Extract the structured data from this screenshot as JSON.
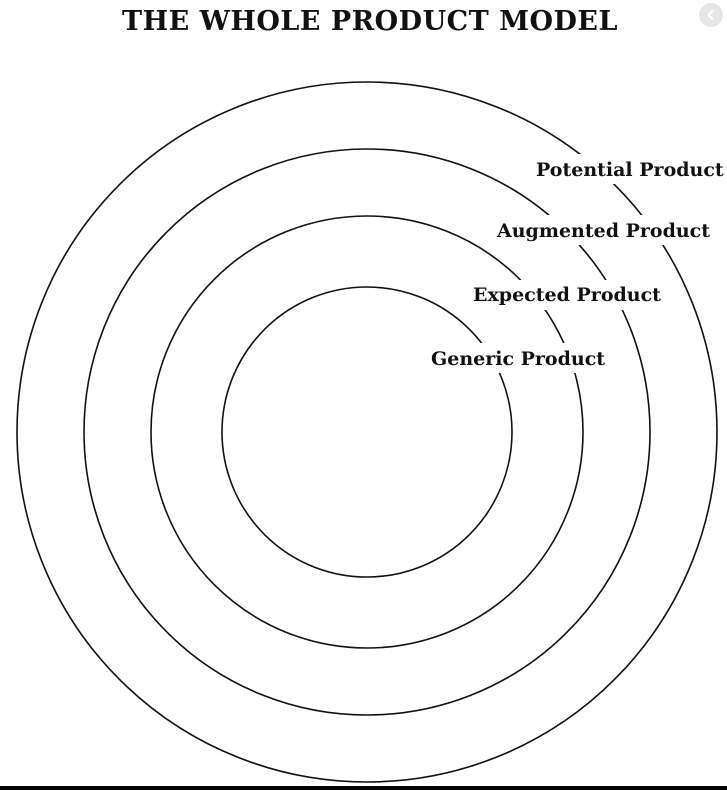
{
  "title": "THE WHOLE PRODUCT MODEL",
  "nav": {
    "icon": "chevron-left-icon"
  },
  "diagram": {
    "rings": [
      {
        "id": "generic",
        "label": "Generic Product"
      },
      {
        "id": "expected",
        "label": "Expected Product"
      },
      {
        "id": "augmented",
        "label": "Augmented Product"
      },
      {
        "id": "potential",
        "label": "Potential Product"
      }
    ]
  },
  "colors": {
    "ink": "#111111",
    "background": "#ffffff",
    "nav_button": "#e6e6e6"
  }
}
